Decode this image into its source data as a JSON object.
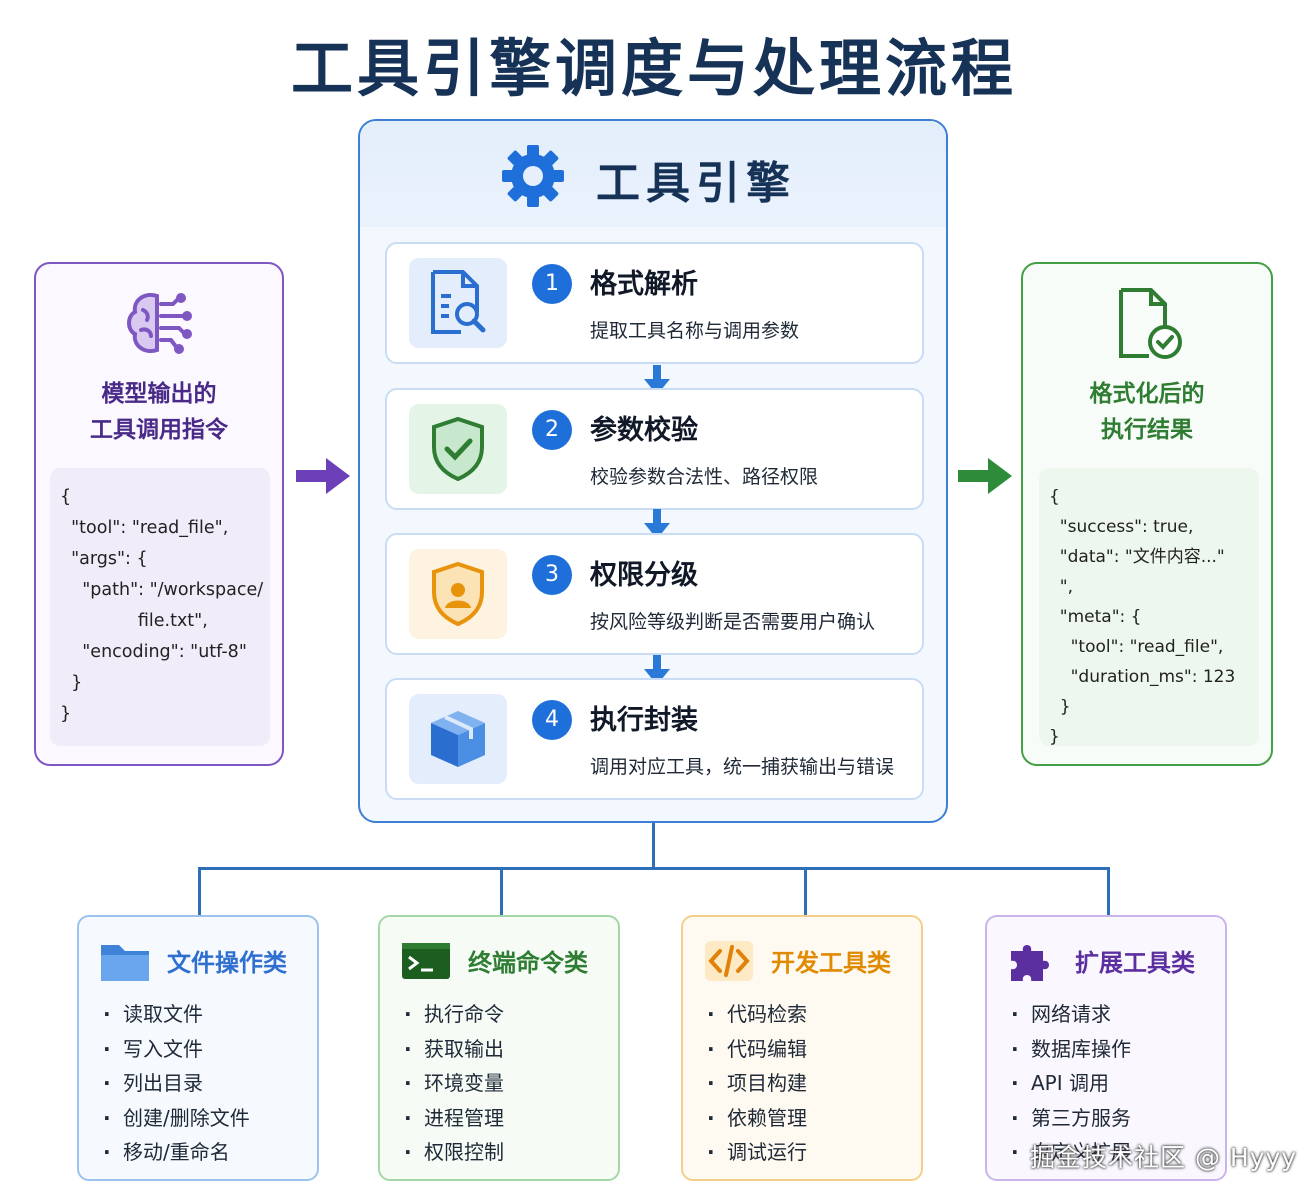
{
  "title": "工具引擎调度与处理流程",
  "input": {
    "title_line1": "模型输出的",
    "title_line2": "工具调用指令",
    "code": [
      "{",
      "  \"tool\": \"read_file\",",
      "  \"args\": {",
      "    \"path\": \"/workspace/",
      "              file.txt\",",
      "    \"encoding\": \"utf-8\"",
      "  }",
      "}"
    ]
  },
  "engine": {
    "title": "工具引擎",
    "steps": [
      {
        "num": "1",
        "title": "格式解析",
        "desc": "提取工具名称与调用参数",
        "icon": "document-search-icon"
      },
      {
        "num": "2",
        "title": "参数校验",
        "desc": "校验参数合法性、路径权限",
        "icon": "shield-check-icon"
      },
      {
        "num": "3",
        "title": "权限分级",
        "desc": "按风险等级判断是否需要用户确认",
        "icon": "shield-user-icon"
      },
      {
        "num": "4",
        "title": "执行封装",
        "desc": "调用对应工具，统一捕获输出与错误",
        "icon": "package-icon"
      }
    ]
  },
  "output": {
    "title_line1": "格式化后的",
    "title_line2": "执行结果",
    "code": [
      "{",
      "  \"success\": true,",
      "  \"data\": \"文件内容...\"",
      "  \",",
      "  \"meta\": {",
      "    \"tool\": \"read_file\",",
      "    \"duration_ms\": 123",
      "  }",
      "}"
    ]
  },
  "categories": [
    {
      "title": "文件操作类",
      "color": "#2f6fd0",
      "icon": "folder-icon",
      "items": [
        "读取文件",
        "写入文件",
        "列出目录",
        "创建/删除文件",
        "移动/重命名"
      ]
    },
    {
      "title": "终端命令类",
      "color": "#2e7d32",
      "icon": "terminal-icon",
      "items": [
        "执行命令",
        "获取输出",
        "环境变量",
        "进程管理",
        "权限控制"
      ]
    },
    {
      "title": "开发工具类",
      "color": "#e08a00",
      "icon": "code-icon",
      "items": [
        "代码检索",
        "代码编辑",
        "项目构建",
        "依赖管理",
        "调试运行"
      ]
    },
    {
      "title": "扩展工具类",
      "color": "#5b2fa0",
      "icon": "puzzle-icon",
      "items": [
        "网络请求",
        "数据库操作",
        "API 调用",
        "第三方服务",
        "自定义扩展"
      ]
    }
  ],
  "colors": {
    "input": "#7e57c2",
    "output": "#43a047",
    "engine": "#3d7fd4",
    "title": "#163257"
  },
  "watermark": "掘金技术社区 @ Hyyy"
}
